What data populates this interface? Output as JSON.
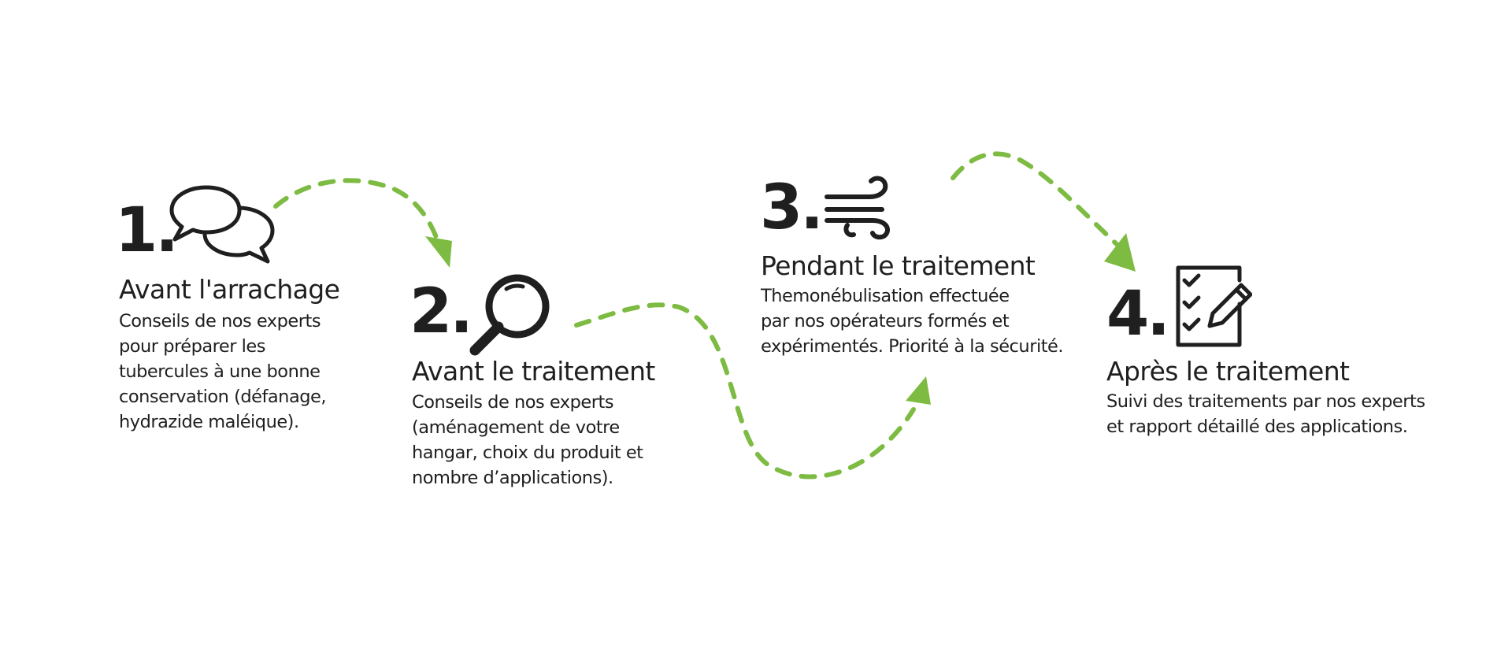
{
  "colors": {
    "accent": "#7dbb42",
    "text": "#1f1f1f"
  },
  "steps": [
    {
      "number": "1.",
      "icon": "speech-bubbles-icon",
      "title": "Avant l'arrachage",
      "description": "Conseils de nos experts\npour préparer les\ntubercules à une bonne\nconservation (défanage,\nhydrazide maléique)."
    },
    {
      "number": "2.",
      "icon": "magnifying-glass-icon",
      "title": "Avant le traitement",
      "description": "Conseils de nos experts\n(aménagement de votre\nhangar, choix du produit et\nnombre d’applications)."
    },
    {
      "number": "3.",
      "icon": "wind-icon",
      "title": "Pendant le traitement",
      "description": "Themonébulisation effectuée\npar nos opérateurs formés et\nexpérimentés. Priorité à la sécurité."
    },
    {
      "number": "4.",
      "icon": "checklist-pencil-icon",
      "title": "Après le traitement",
      "description": "Suivi des traitements par nos experts\net rapport détaillé des applications."
    }
  ]
}
